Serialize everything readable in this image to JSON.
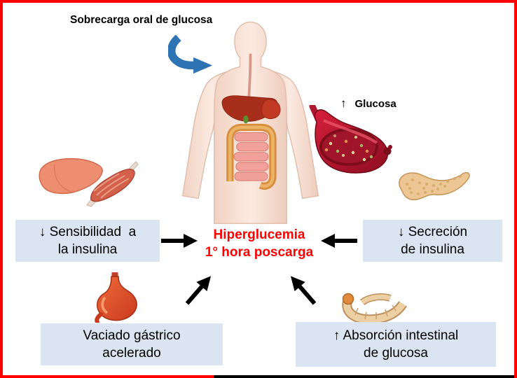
{
  "colors": {
    "frame_border": "#ff0000",
    "frame_bottom_segment": "#000000",
    "factor_box_bg": "#dbe5f1",
    "center_text": "#ff0000",
    "ingestion_arrow": "#2e74b5",
    "flow_arrows": "#000000",
    "text": "#000000"
  },
  "top_label": "Sobrecarga oral de glucosa",
  "stomach_callout": {
    "arrow": "↑",
    "label": "Glucosa"
  },
  "center": {
    "line1": "Hiperglucemia",
    "line2": "1° hora poscarga"
  },
  "factors": {
    "insulin_sensitivity": {
      "line1": "↓ Sensibilidad  a",
      "line2": "la insulina"
    },
    "insulin_secretion": {
      "line1": "↓ Secreción",
      "line2": "de insulina"
    },
    "gastric_emptying": {
      "line1": "Vaciado gástrico",
      "line2": "acelerado"
    },
    "intestinal_absorption": {
      "line1": "↑ Absorción intestinal",
      "line2": "de glucosa"
    }
  },
  "illustrations": {
    "human_body": "human-digestive-system-figure",
    "stomach_open": "stomach-with-glucose-contents",
    "liver": "liver",
    "muscle": "skeletal-muscle",
    "pancreas": "pancreas",
    "stomach": "stomach",
    "intestine": "small-intestine"
  }
}
